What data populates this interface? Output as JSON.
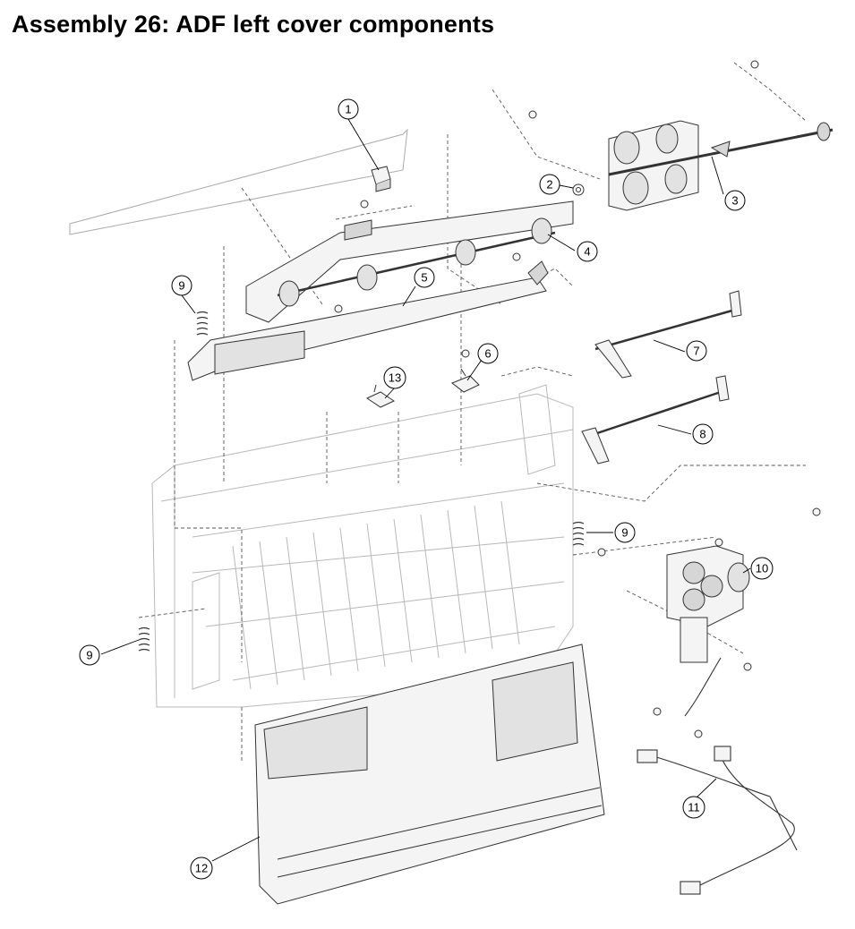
{
  "title": "Assembly 26:  ADF left cover components",
  "callouts": [
    {
      "id": "callout-1",
      "label": "1"
    },
    {
      "id": "callout-2",
      "label": "2"
    },
    {
      "id": "callout-3",
      "label": "3"
    },
    {
      "id": "callout-4",
      "label": "4"
    },
    {
      "id": "callout-5",
      "label": "5"
    },
    {
      "id": "callout-6",
      "label": "6"
    },
    {
      "id": "callout-7",
      "label": "7"
    },
    {
      "id": "callout-8",
      "label": "8"
    },
    {
      "id": "callout-9a",
      "label": "9"
    },
    {
      "id": "callout-9b",
      "label": "9"
    },
    {
      "id": "callout-9c",
      "label": "9"
    },
    {
      "id": "callout-10",
      "label": "10"
    },
    {
      "id": "callout-11",
      "label": "11"
    },
    {
      "id": "callout-12",
      "label": "12"
    },
    {
      "id": "callout-13",
      "label": "13"
    }
  ],
  "colors": {
    "line": "#333333",
    "part_fill": "#f4f4f4",
    "part_shade": "#d6d6d6",
    "frame": "#bdbdbd"
  }
}
